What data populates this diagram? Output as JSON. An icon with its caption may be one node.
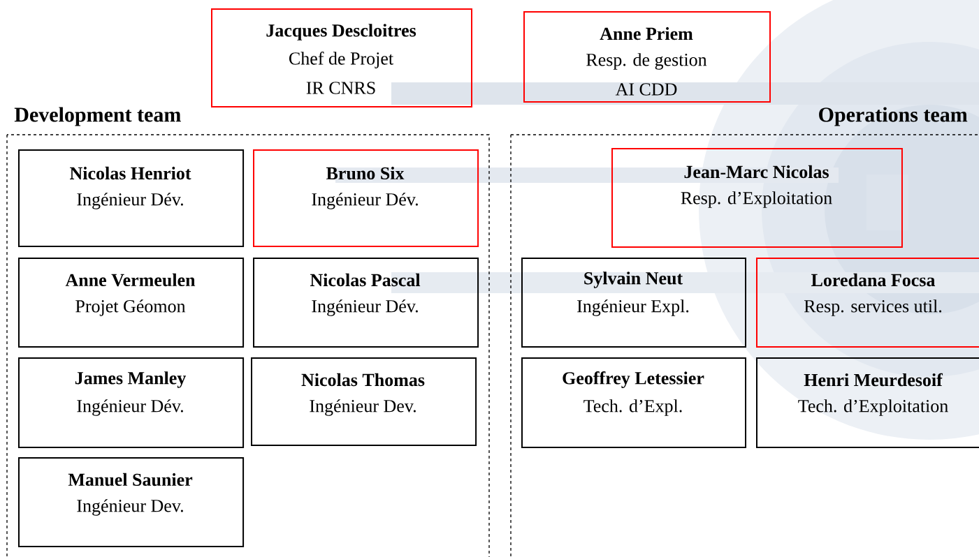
{
  "diagram": {
    "nodes": [
      {
        "text": [
          "Jacques Descloitres",
          "Chef de Projet",
          "IR CNRS"
        ]
      },
      {
        "text": [
          "Anne Priem",
          "Resp. de gestion",
          "AI CDD"
        ]
      },
      {
        "text": [
          "Development team"
        ]
      },
      {
        "text": [
          "Operations team"
        ]
      },
      {
        "text": [
          "Nicolas Henriot",
          "Ingénieur Dév."
        ],
        "in": 2
      },
      {
        "text": [
          "Bruno Six",
          "Ingénieur Dév."
        ],
        "in": 2
      },
      {
        "text": [
          "Anne Vermeulen",
          "Projet Géomon"
        ],
        "in": 2
      },
      {
        "text": [
          "Nicolas Pascal",
          "Ingénieur Dév."
        ],
        "in": 2
      },
      {
        "text": [
          "James Manley",
          "Ingénieur Dév."
        ],
        "in": 2
      },
      {
        "text": [
          "Nicolas Thomas",
          "Ingénieur Dev."
        ],
        "in": 2
      },
      {
        "text": [
          "Manuel Saunier",
          "Ingénieur Dev."
        ],
        "in": 2
      },
      {
        "text": [
          "Jean-Marc Nicolas",
          "Resp. d’Exploitation"
        ],
        "in": 3
      },
      {
        "text": [
          "Sylvain Neut",
          "Ingénieur Expl."
        ],
        "in": 3
      },
      {
        "text": [
          "Loredana Focsa",
          "Resp. services util."
        ],
        "in": 3
      },
      {
        "text": [
          "Geoffrey Letessier",
          "Tech. d’Expl."
        ],
        "in": 3
      },
      {
        "text": [
          "Henri Meurdesoif",
          "Tech. d’Exploitation"
        ],
        "in": 3
      }
    ]
  }
}
